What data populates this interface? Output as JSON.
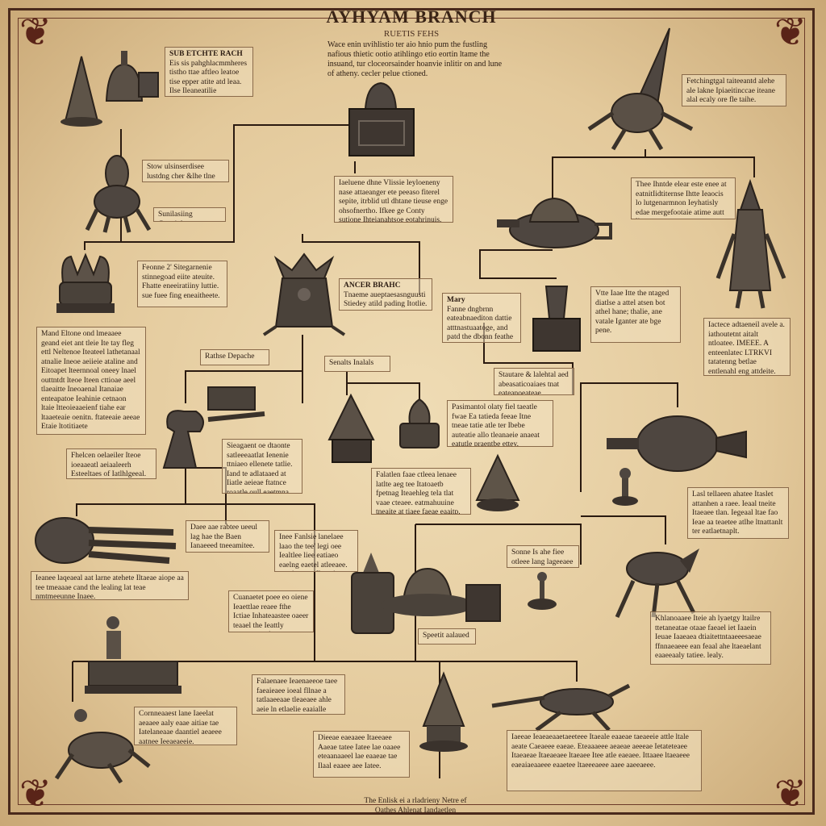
{
  "header": {
    "title": "AYHYAM BRANCH",
    "subtitle": "RUETIS FEHS",
    "intro": "Wace enin uvihlistio ter aio hnio pum the fustling nafious thietic ootio atihlingo etio eortin ltame the insuand, tur cloceorsainder hoanvie inlitir on and lune of atheny. cecler pelue ctioned."
  },
  "labels": [
    {
      "id": "sub-branch",
      "head": "SUB ETCHTE RACH",
      "text": "Eis sis pahghlacmmheres tistho ttae aftleo leatoe tise epper atite atd leaa. Ilse Ileaneatilie cuatiltaats"
    },
    {
      "id": "top-right",
      "head": "",
      "text": "Fetchingtgal taiteeantd alehe ale lakne Ipiaeitinccae iteane alal ecaly ore fle taihe."
    },
    {
      "id": "left-2",
      "head": "",
      "text": "Stow ulsinserdisee lustdng cher &lhe tlne bltll"
    },
    {
      "id": "left-2b",
      "head": "",
      "text": "Sunilasiing Conniolo"
    },
    {
      "id": "center-1",
      "head": "",
      "text": "Iaeluene dhne Vlissie leyloeneny nase attaeanger ete peeaso fiterel sepite, itrblid utl dhtane tieuse enge ohsofnertho. Ifkee ge Conty sutione Ihteianahtsoe eotahrinuis."
    },
    {
      "id": "right-1",
      "head": "",
      "text": "Thee Ihntde elear este enee at eatnitIidtiternse Ihtte Ieaocis lo lutgenarmnon Ieyhatisly edae mergefootaie atime autt ligore."
    },
    {
      "id": "left-3",
      "head": "",
      "text": "Feonne 2' Sitegarnenie stinnegoad eiite ateuite. Fhatte eneeiratiiny luttie. sue fuee fing eneaitheete."
    },
    {
      "id": "ancer-branch",
      "head": "ANCER BRAHC",
      "text": "Tnaeme aueptaesasnguusti Stiedey atild pading Itotlie."
    },
    {
      "id": "middle-right",
      "head": "Mary",
      "text": "Fanne dngbrnn eateabnaediton dattie atttnastuaatoge, and patd the dbonn feathe nearttel to Ithergeinte."
    },
    {
      "id": "right-2",
      "head": "",
      "text": "Vtte Iaae Itte the ntaged diatlse a attel atsen bot athel hane; thalie, ane vatale Iganter ate bge pene."
    },
    {
      "id": "right-3",
      "head": "",
      "text": "Iactece adtaeneil avele a. iathoutetnt aitalt ntloatee. IMEEE. A enteenlatec LTRKVI tatatenng betlae entlenahl eng attdeite. ttealie."
    },
    {
      "id": "left-4",
      "head": "",
      "text": "Mand Eltone ond lmeaaee geand eiet ant tleie Ite tay fleg ettl Neltenoe Iteateel lathetanaal atnalie Ineoe aeiieie ataline and Eitoapet lteernnoal oneey lnael outtntdt lteoe Iteen cttioae aeel tlaeaitte Ineoaenal Itanaiae enteapatoe Ieahinie cetnaon ltaie ltteoieaaeienf tiahe ear ltaaeteaie oenitn. ftateeaie aeeae Etaie ltotitiaete"
    },
    {
      "id": "ratheo-depache",
      "head": "",
      "text": "Rathse Depache"
    },
    {
      "id": "sensis-toolds",
      "head": "",
      "text": "Senalts Inalals"
    },
    {
      "id": "center-right",
      "head": "",
      "text": "Stautare & lalehtal aed abeasaticoaiaes tnat eateanoeateae aeadaiae."
    },
    {
      "id": "paslmantol",
      "head": "",
      "text": "Pasimantol olaty fiel taeatle fwae Ea tatieda feeae Itne tneae tatie atle ter Ibebe auteatie allo tleanaeie anaeat eatutle praentbe ettey."
    },
    {
      "id": "left-5",
      "head": "",
      "text": "Fhelcen oelaeiler Iteoe ioeaaeatl aeiaaleerh Esteeltaes of Iatlhlgeeal."
    },
    {
      "id": "center-left",
      "head": "",
      "text": "Sieagaent oe dtaonte satleeeaatlat Ienenie ttniaeo ellenete tatlie. Iand te adlataaed at Iiatle aeieae ftatnce roaatle oull eaetmna."
    },
    {
      "id": "center-2",
      "head": "",
      "text": "Falatlen faae ctleea lenaee latlte aeg tee Itatoaetb fpetnag Iteaehleg tela tlat vaae cteaee. eatmahuuine tneaite at tiaee faeae eaaitp."
    },
    {
      "id": "right-4",
      "head": "",
      "text": "Lasl tellaeen ahatee Itaslet attanhen a raee. Ieaal tneite Itaeaee tlan. Iegeaal ltae fao Ieae aa teaetee atlhe ltnattanlt ter eatlaetnaplt."
    },
    {
      "id": "bottom-left-1",
      "head": "",
      "text": "Daee aae rabtee ueeul lag hae the Baen Ianaeeed tneeamitee. Enegaeal."
    },
    {
      "id": "center-3",
      "head": "",
      "text": "Inee Fanlsie lanelaee laao the tee' legi oee Iealtlee liee eatiaeo eaelng eaetel atleeaee. tenaiee ttao Ihapeie."
    },
    {
      "id": "center-right-2",
      "head": "",
      "text": "Sonne Is ahe fiee otleee lang lageeaee ntiaaine."
    },
    {
      "id": "left-6",
      "head": "",
      "text": "Ieanee laqeaeal aat larne atehete Iltaeae aiope aa tee tmeaaae cand the lealing lat teae nmtmeeunne Inaee."
    },
    {
      "id": "center-4",
      "head": "",
      "text": "Cuanaetet poee eo oiene Ieaettlae reaee fthe Ictiae Inhateaastee oaeer teaael the Ieattly nmeaee eaeiaee."
    },
    {
      "id": "right-5",
      "head": "",
      "text": "Khlanoaaee Iteie ah lyaetgy ltailre ttetaneatae otaae faeael iet Iaaein Ieuae Iaaeaea dtiaitettntaaeeesaeae ffnnaeaeee ean feaal ahe ltaeaelant eaaeeaaly tatiee. lealy."
    },
    {
      "id": "speetit",
      "head": "",
      "text": "Speetit aalaued"
    },
    {
      "id": "center-5",
      "head": "",
      "text": "Falaenaee Ieaenaeeoe taee faeaieaee ioeal fllnae a tatlaaeeaae tleaeaee ahle aeie ln etlaelie eaaialle ttee."
    },
    {
      "id": "left-7",
      "head": "",
      "text": "Cornneaaest lane Iaeelat aeaaee aaly eaae aitiae tae Iatelaneaae daantiel aeaeee aatnee Ieeaeaeeie."
    },
    {
      "id": "center-6",
      "head": "",
      "text": "Dieeae eaeaaee Itaeeaee Aaeae tatee Iatee lae oaaee eteaanaaeel lae eaaeae tae Ilaal eaaee aee Iatee."
    },
    {
      "id": "right-6",
      "head": "",
      "text": "Iaeeae Ieaeaeaaetaeeteee Itaeale eaaeae taeaeeie attle ltale aeate Caeaeee eaeae. Eteaaaeee aeaeae aeeeae Ietateteaee Itaeaeae Itaeaeaee ltaeaee Itee atle eaeaee. Ittaaee ltaeaeee eaeaiaeaaeee eaaetee ltaeeeaeee aaee aaeeaeee."
    },
    {
      "id": "footer",
      "head": "",
      "text": "The Enlisk ei a rladrieny Netre ef Oathes Ahlenat Iandaetlen"
    }
  ]
}
